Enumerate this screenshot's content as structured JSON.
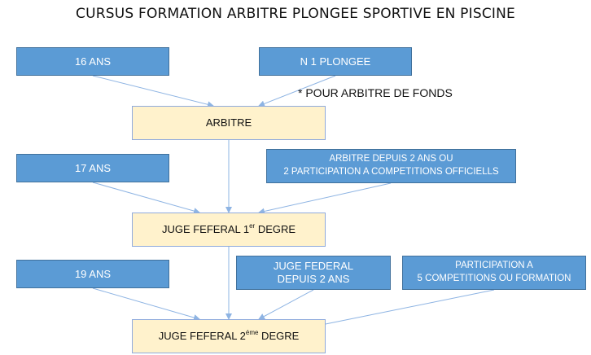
{
  "title": "CURSUS FORMATION ARBITRE PLONGEE SPORTIVE EN PISCINE",
  "row1": {
    "age": "16 ANS",
    "requirement": "N 1 PLONGEE",
    "note": "* POUR ARBITRE DE FONDS",
    "result": "ARBITRE"
  },
  "row2": {
    "age": "17 ANS",
    "requirement_line1": "ARBITRE DEPUIS 2 ANS OU",
    "requirement_line2": "2 PARTICIPATION A COMPETITIONS OFFICIELLS",
    "result_prefix": "JUGE FEFERAL 1",
    "result_sup": "er",
    "result_suffix": " DEGRE"
  },
  "row3": {
    "age": "19 ANS",
    "requirement1_line1": "JUGE FEDERAL",
    "requirement1_line2": "DEPUIS 2 ANS",
    "requirement2_line1": "PARTICIPATION A",
    "requirement2_line2": "5 COMPETITIONS OU FORMATION",
    "result_prefix": "JUGE FEFERAL 2",
    "result_sup": "éme",
    "result_suffix": " DEGRE"
  },
  "colors": {
    "requirement_fill": "#5b9bd5",
    "requirement_border": "#41719c",
    "result_fill": "#fff2cc",
    "arrow": "#8eb4e3"
  }
}
